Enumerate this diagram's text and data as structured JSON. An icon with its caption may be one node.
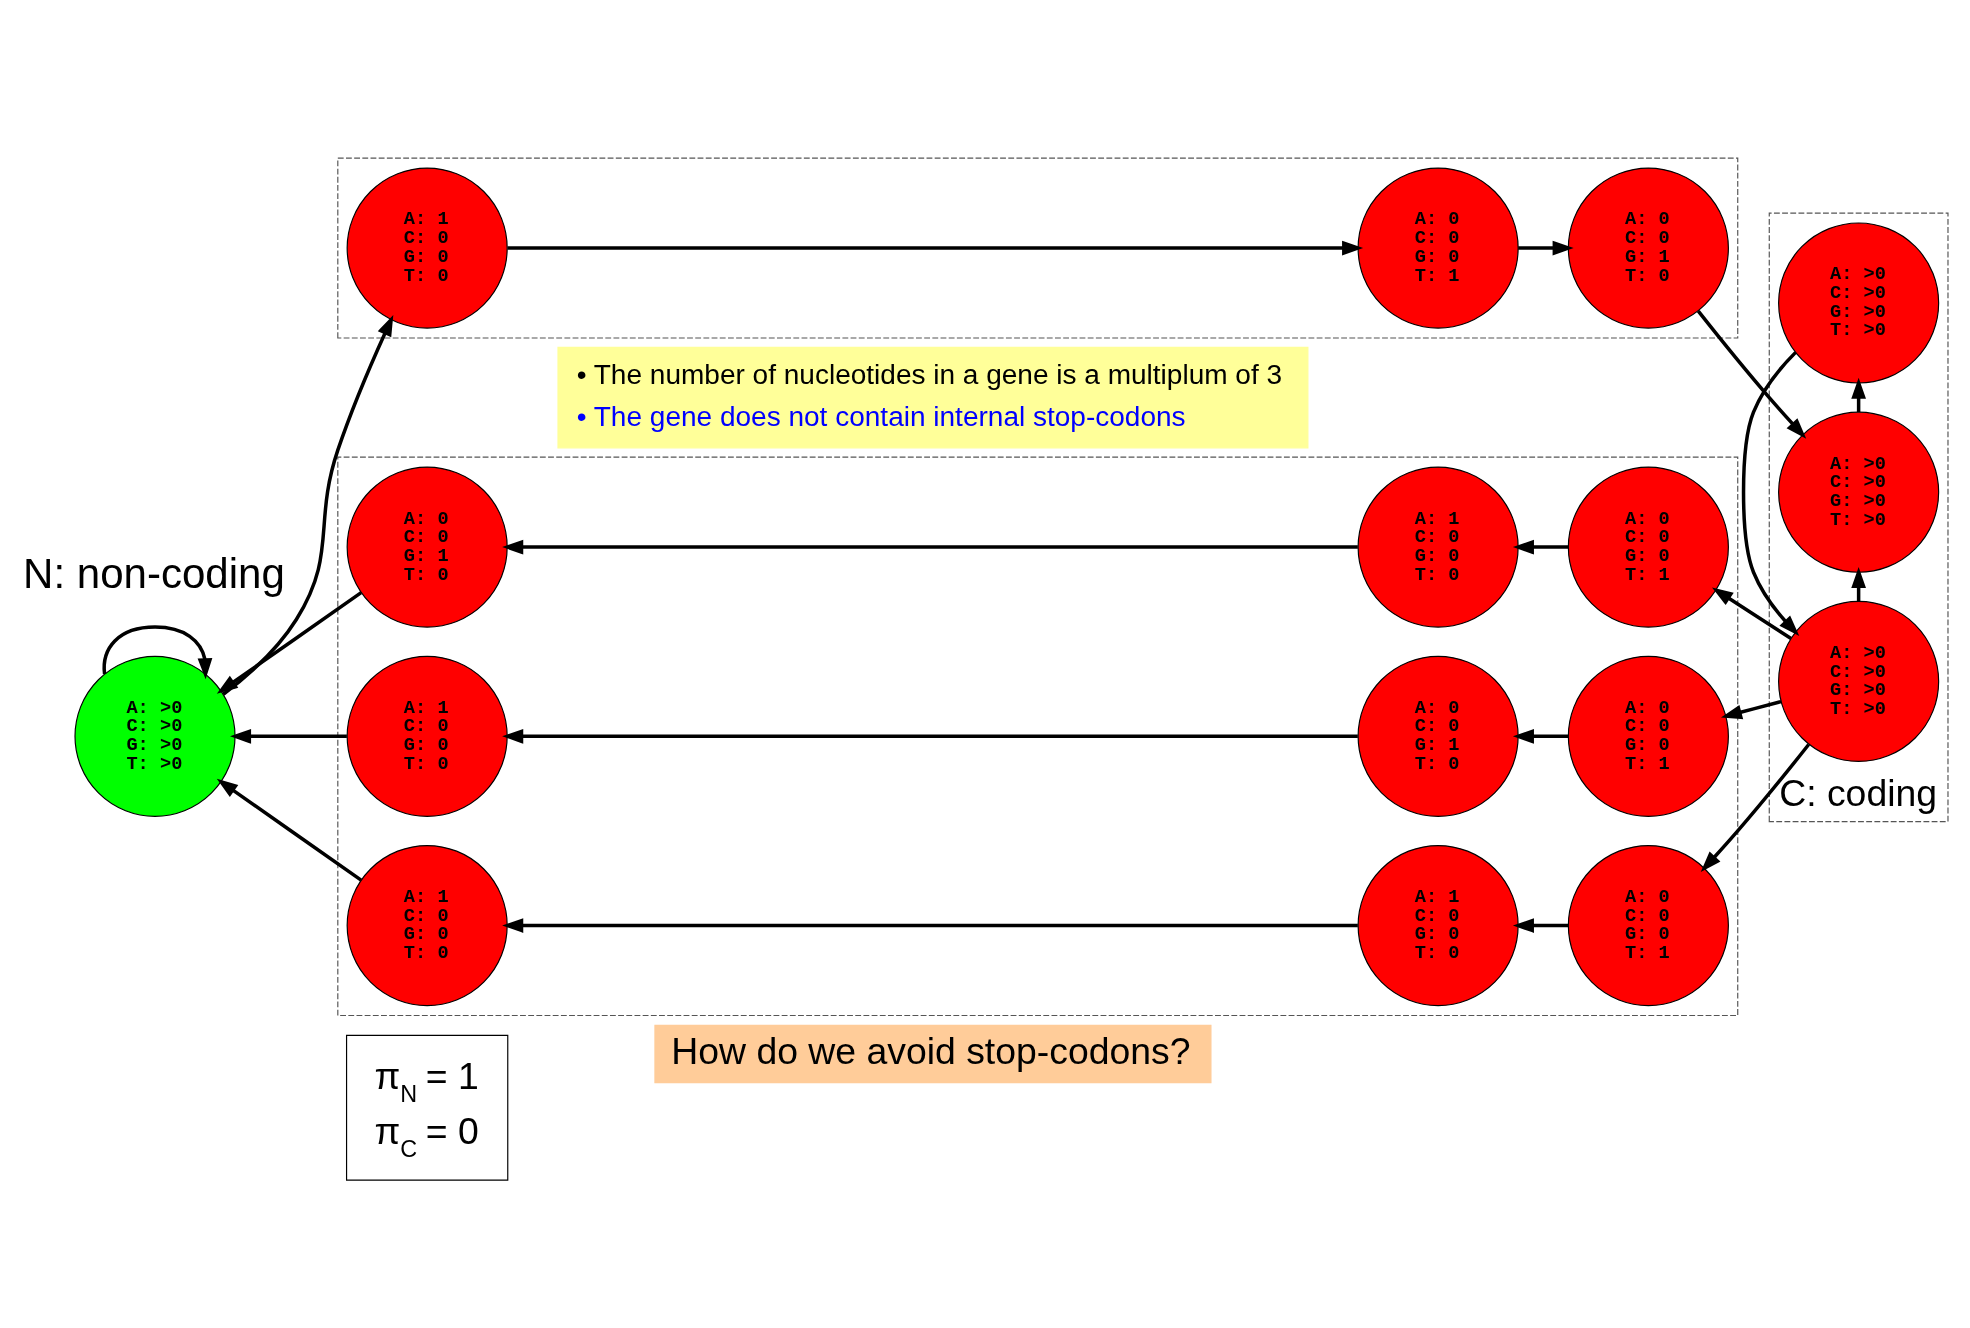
{
  "diagram": {
    "nodes": [
      {
        "text": [
          "A: >0",
          "C: >0",
          "G: >0",
          "T: >0"
        ]
      },
      {
        "text": [],
        "shape": "box"
      },
      {
        "text": [
          "A: 1",
          "C: 0",
          "G: 0",
          "T: 0"
        ],
        "in": 1
      },
      {
        "text": [
          "A: 0",
          "C: 0",
          "G: 0",
          "T: 1"
        ],
        "in": 1
      },
      {
        "text": [
          "A: 0",
          "C: 0",
          "G: 1",
          "T: 0"
        ],
        "in": 1
      },
      {
        "text": [
          "C: coding"
        ]
      },
      {
        "text": [
          "A: >0",
          "C: >0",
          "G: >0",
          "T: >0"
        ],
        "in": 5
      },
      {
        "text": [
          "A: >0",
          "C: >0",
          "G: >0",
          "T: >0"
        ],
        "in": 5
      },
      {
        "text": [
          "A: >0",
          "C: >0",
          "G: >0",
          "T: >0"
        ],
        "in": 5
      },
      {
        "text": [],
        "shape": "box"
      },
      {
        "text": [
          "A: 1",
          "C: 0",
          "G: 0",
          "T: 0"
        ],
        "in": 9
      },
      {
        "text": [
          "A: 1",
          "C: 0",
          "G: 0",
          "T: 0"
        ],
        "in": 9
      },
      {
        "text": [
          "A: 0",
          "C: 0",
          "G: 0",
          "T: 1"
        ],
        "in": 9
      },
      {
        "text": [
          "A: 0",
          "C: 0",
          "G: 1",
          "T: 0"
        ],
        "in": 9
      },
      {
        "text": [
          "A: 1",
          "C: 0",
          "G: 0",
          "T: 0"
        ],
        "in": 9
      },
      {
        "text": [
          "A: 0",
          "C: 0",
          "G: 0",
          "T: 1"
        ],
        "in": 9
      },
      {
        "text": [
          "A: 1",
          "C: 0",
          "G: 0",
          "T: 0"
        ],
        "in": 9
      },
      {
        "text": [
          "A: 0",
          "C: 0",
          "G: 1",
          "T: 0"
        ],
        "in": 9
      },
      {
        "text": [
          "A: 0",
          "C: 0",
          "G: 0",
          "T: 1"
        ],
        "in": 9
      },
      {
        "text": [
          "• The number of nucleotides in a gene is a multiplum of 3",
          "• The gene does not contain internal stop-codons"
        ]
      },
      {
        "text": [
          "How do we avoid stop-codons?"
        ]
      },
      {
        "text": [
          "π$_{N}$ = 1",
          "π$_{C}$ = 0"
        ]
      }
    ],
    "edges": [
      {
        "from": 0,
        "to": 0,
        "arrow": "to"
      },
      {
        "from": 0,
        "to": 2,
        "arrow": "to"
      },
      {
        "from": 2,
        "to": 3,
        "arrow": "to"
      },
      {
        "from": 3,
        "to": 4,
        "arrow": "to"
      },
      {
        "from": 4,
        "to": 6,
        "arrow": "to"
      },
      {
        "from": 6,
        "to": 7,
        "arrow": "to"
      },
      {
        "from": 7,
        "to": 8,
        "arrow": "to"
      },
      {
        "from": 8,
        "to": 6,
        "arrow": "to"
      },
      {
        "from": 8,
        "to": 12,
        "arrow": "to"
      },
      {
        "from": 8,
        "to": 15,
        "arrow": "to"
      },
      {
        "from": 8,
        "to": 18,
        "arrow": "to"
      },
      {
        "from": 12,
        "to": 11,
        "arrow": "to"
      },
      {
        "from": 11,
        "to": 10,
        "arrow": "to"
      },
      {
        "from": 10,
        "to": 0,
        "arrow": "to"
      },
      {
        "from": 15,
        "to": 14,
        "arrow": "to"
      },
      {
        "from": 14,
        "to": 13,
        "arrow": "to"
      },
      {
        "from": 13,
        "to": 0,
        "arrow": "to"
      },
      {
        "from": 18,
        "to": 17,
        "arrow": "to"
      },
      {
        "from": 17,
        "to": 16,
        "arrow": "to"
      },
      {
        "from": 16,
        "to": 0,
        "arrow": "to"
      }
    ],
    "labels": [
      "N: non-coding"
    ]
  }
}
